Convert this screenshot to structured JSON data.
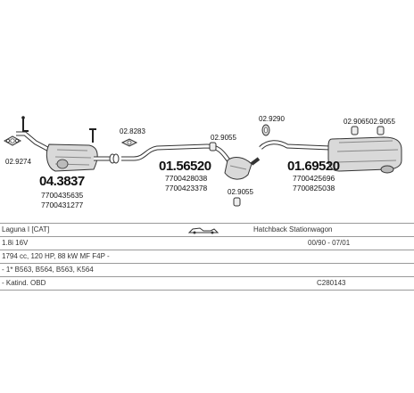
{
  "parts": {
    "p1": {
      "number": "04.3837",
      "oem": [
        "7700435635",
        "7700431277"
      ]
    },
    "p2": {
      "number": "01.56520",
      "oem": [
        "7700428038",
        "7700423378"
      ]
    },
    "p3": {
      "number": "01.69520",
      "oem": [
        "7700425696",
        "7700825038"
      ]
    }
  },
  "fittings": {
    "f1": "02.9274",
    "f2": "02.8283",
    "f3": "02.9055",
    "f4": "02.9055",
    "f5": "02.9290",
    "f6": "02.9065",
    "f7": "02.9055"
  },
  "info": {
    "row1": {
      "model": "Laguna I [CAT]",
      "body": "Hatchback Stationwagon"
    },
    "row2": {
      "engine": "1.8i 16V",
      "period": "00/90 - 07/01"
    },
    "row3": {
      "specs": "1794 cc, 120 HP, 88 kW MF F4P -"
    },
    "row4": {
      "codes": "- 1* B563, B564, B563, K564"
    },
    "row5": {
      "note": "- Katind. OBD",
      "ref": "C280143"
    }
  }
}
